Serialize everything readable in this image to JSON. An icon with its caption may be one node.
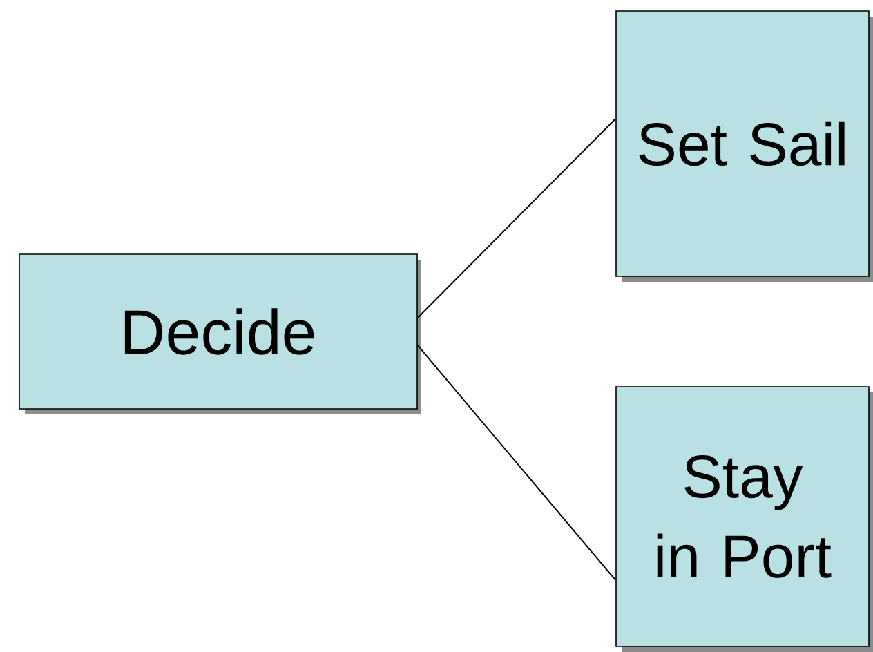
{
  "diagram": {
    "nodes": [
      {
        "text": [
          "Decide"
        ]
      },
      {
        "text": [
          "Set Sail"
        ]
      },
      {
        "text": [
          "Stay in Port"
        ]
      }
    ],
    "edges": [
      {
        "from": 0,
        "to": 1,
        "arrow": "none"
      },
      {
        "from": 0,
        "to": 2,
        "arrow": "none"
      }
    ]
  }
}
